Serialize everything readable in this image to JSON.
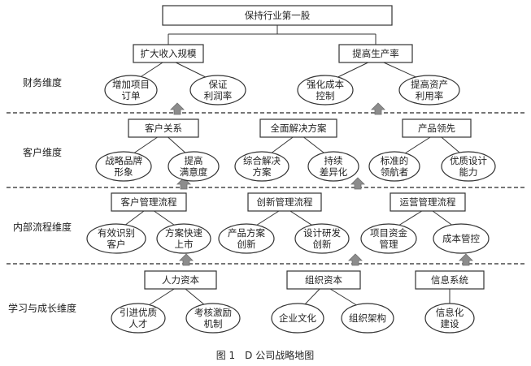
{
  "top_goal": "保持行业第一股",
  "rows": [
    {
      "label": "财务维度",
      "themes": [
        {
          "name": "扩大收入规模",
          "items": [
            "增加项目\n订单",
            "保证\n利润率"
          ]
        },
        {
          "name": "提高生产率",
          "items": [
            "强化成本\n控制",
            "提高资产\n利用率"
          ]
        }
      ]
    },
    {
      "label": "客户维度",
      "themes": [
        {
          "name": "客户关系",
          "items": [
            "战略品牌\n形象",
            "提高\n满意度"
          ]
        },
        {
          "name": "全面解决方案",
          "items": [
            "综合解决\n方案",
            "持续\n差异化"
          ]
        },
        {
          "name": "产品领先",
          "items": [
            "标准的\n领航者",
            "优质设计\n能力"
          ]
        }
      ]
    },
    {
      "label": "内部流程维度",
      "themes": [
        {
          "name": "客户管理流程",
          "items": [
            "有效识别\n客户",
            "方案快速\n上市"
          ]
        },
        {
          "name": "创新管理流程",
          "items": [
            "产品方案\n创新",
            "设计研发\n创新"
          ]
        },
        {
          "name": "运营管理流程",
          "items": [
            "项目资金\n管理",
            "成本管控"
          ]
        }
      ]
    },
    {
      "label": "学习与成长维度",
      "themes": [
        {
          "name": "人力资本",
          "items": [
            "引进优质\n人才",
            "考核激励\n机制"
          ]
        },
        {
          "name": "组织资本",
          "items": [
            "企业文化",
            "组织架构"
          ]
        },
        {
          "name": "信息系统",
          "items": [
            "信息化\n建设"
          ]
        }
      ]
    }
  ],
  "caption": "图 1　D 公司战略地图",
  "colors": {
    "arrow": "#8c8c8c",
    "line": "#333333",
    "divider": "#777777"
  }
}
